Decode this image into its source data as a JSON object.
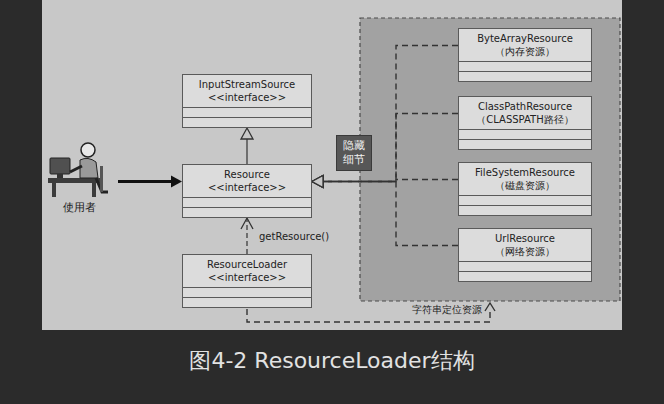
{
  "diagram": {
    "caption": "图4-2 ResourceLoader结构",
    "nodes": [
      {
        "text": [
          "使用者"
        ]
      },
      {
        "text": [
          "InputStreamSource",
          "<<interface>>"
        ]
      },
      {
        "text": [
          "Resource",
          "<<interface>>"
        ]
      },
      {
        "text": [
          "ResourceLoader",
          "<<interface>>"
        ]
      },
      {
        "text": [
          "隐藏细节"
        ]
      },
      {
        "text": [
          "ByteArrayResource",
          "（内存资源）"
        ]
      },
      {
        "text": [
          "ClassPathResource",
          "（CLASSPATH路径）"
        ]
      },
      {
        "text": [
          "FileSystemResource",
          "（磁盘资源）"
        ]
      },
      {
        "text": [
          "UrlResource",
          "（网络资源）"
        ]
      }
    ],
    "edges": [
      {
        "from": 0,
        "to": 2,
        "arrow": "to"
      },
      {
        "from": 2,
        "to": 1,
        "arrow": "to"
      },
      {
        "from": 3,
        "to": 2,
        "label": "getResource()",
        "arrow": "to"
      },
      {
        "from": 5,
        "to": 2,
        "arrow": "to"
      },
      {
        "from": 6,
        "to": 2,
        "arrow": "to"
      },
      {
        "from": 7,
        "to": 2,
        "arrow": "to"
      },
      {
        "from": 8,
        "to": 2,
        "arrow": "to"
      }
    ],
    "labels": [
      "字符串定位资源"
    ]
  }
}
